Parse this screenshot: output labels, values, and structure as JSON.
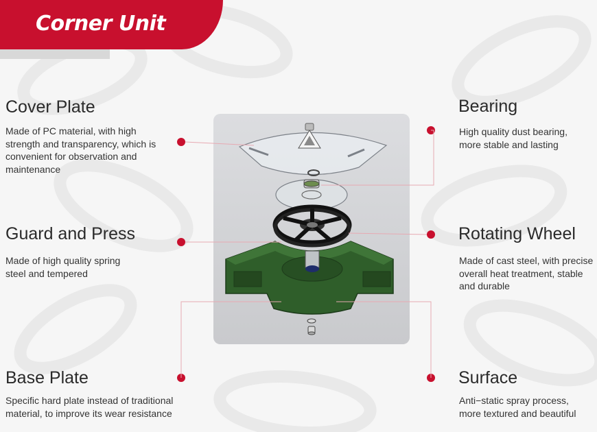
{
  "header": {
    "title": "Corner Unit"
  },
  "features": {
    "cover_plate": {
      "title": "Cover Plate",
      "desc": "Made of PC material, with high strength and transparency, which is convenient for observation and maintenance"
    },
    "guard_press": {
      "title": "Guard and Press",
      "desc": "Made of high quality spring steel and tempered"
    },
    "base_plate": {
      "title": "Base Plate",
      "desc": "Specific hard plate instead of traditional material, to improve its wear resistance"
    },
    "bearing": {
      "title": "Bearing",
      "desc": "High quality dust bearing, more stable and lasting"
    },
    "rotating_wheel": {
      "title": "Rotating Wheel",
      "desc": "Made of cast steel, with precise overall heat treatment, stable and durable"
    },
    "surface": {
      "title": "Surface",
      "desc": "Anti−static spray process, more textured and beautiful"
    }
  },
  "colors": {
    "accent": "#c8102e",
    "base_green": "#2f5e2a",
    "background": "#f6f6f6"
  }
}
